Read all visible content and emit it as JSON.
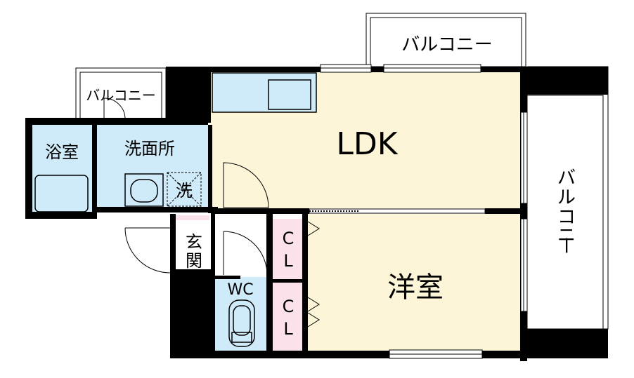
{
  "rooms": {
    "ldk": "LDK",
    "western": "洋室",
    "bath": "浴室",
    "washroom": "洗面所",
    "washer": "洗",
    "entrance_1": "玄",
    "entrance_2": "関",
    "wc": "WC",
    "closet_1_top": "C",
    "closet_1_bottom": "L",
    "closet_2_top": "C",
    "closet_2_bottom": "L"
  },
  "balconies": {
    "top": "バルコニー",
    "small": "バルコニー",
    "right_chars": [
      "バ",
      "ル",
      "コ",
      "ニ",
      "ー"
    ]
  },
  "colors": {
    "room": "#fcf5d8",
    "wet": "#cfeaf8",
    "closet": "#fbe2ea",
    "wall": "#000000"
  }
}
